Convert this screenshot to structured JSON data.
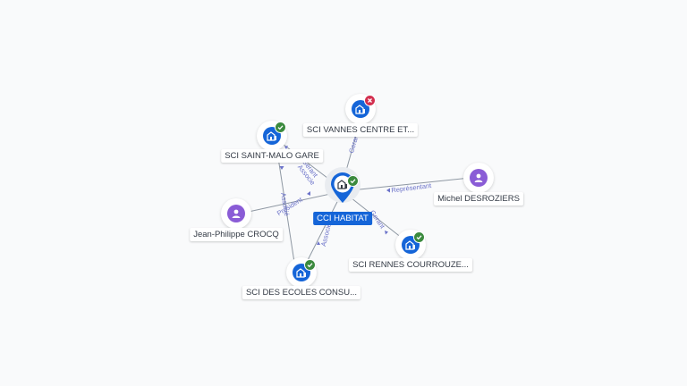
{
  "colors": {
    "company": "#1565d8",
    "person": "#8a5cd6",
    "edge": "#8f98a3",
    "edge_label": "#6b72c9",
    "active": "#3b8a3e",
    "closed": "#d32f4f"
  },
  "nodes": {
    "center": {
      "label": "CCI HABITAT",
      "type": "company",
      "status": "active",
      "icon": "building-icon"
    },
    "vannes": {
      "label": "SCI VANNES CENTRE ET...",
      "type": "company",
      "status": "closed",
      "icon": "building-icon"
    },
    "saint_malo": {
      "label": "SCI SAINT-MALO GARE",
      "type": "company",
      "status": "active",
      "icon": "building-icon"
    },
    "michel": {
      "label": "Michel DESROZIERS",
      "type": "person",
      "icon": "person-icon"
    },
    "jean": {
      "label": "Jean-Philippe CROCQ",
      "type": "person",
      "icon": "person-icon"
    },
    "rennes": {
      "label": "SCI RENNES COURROUZE...",
      "type": "company",
      "status": "active",
      "icon": "building-icon"
    },
    "ecoles": {
      "label": "SCI DES ECOLES CONSU...",
      "type": "company",
      "status": "active",
      "icon": "building-icon"
    }
  },
  "edges": [
    {
      "id": "center-vannes",
      "label": "Gerant"
    },
    {
      "id": "center-saint-malo",
      "label": "Gerant"
    },
    {
      "id": "center-saint-malo-2",
      "label": "Associe"
    },
    {
      "id": "michel-center",
      "label": "Représentant"
    },
    {
      "id": "jean-center",
      "label": "Président"
    },
    {
      "id": "center-rennes",
      "label": "Gerant"
    },
    {
      "id": "center-ecoles",
      "label": "Associe"
    },
    {
      "id": "saint-malo-ecoles",
      "label": "Associé"
    }
  ]
}
